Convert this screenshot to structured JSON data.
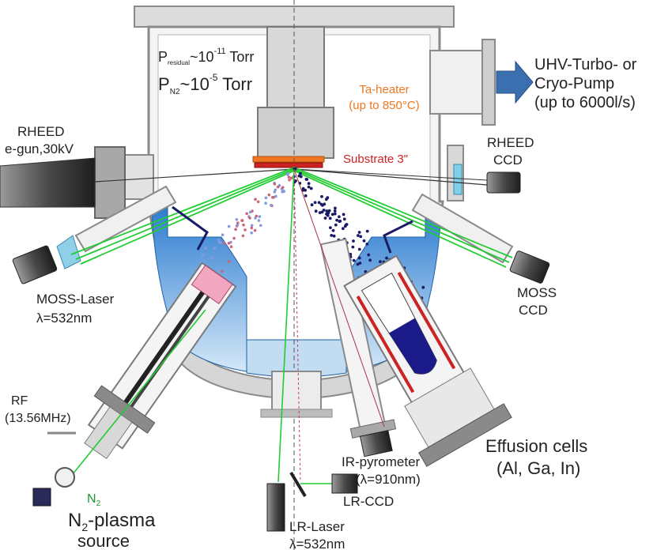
{
  "labels": {
    "p_residual": "P",
    "p_residual_sub": "residual",
    "p_residual_val": "~10",
    "p_residual_exp": "-11",
    "p_residual_unit": " Torr",
    "p_n2": "P",
    "p_n2_sub": "N2",
    "p_n2_val": "~10",
    "p_n2_exp": "-5",
    "p_n2_unit": " Torr",
    "ta_heater_1": "Ta-heater",
    "ta_heater_2": "(up to 850°C)",
    "substrate": "Substrate 3\"",
    "pump_1": "UHV-Turbo- or",
    "pump_2": "Cryo-Pump",
    "pump_3": "(up to 6000l/s)",
    "rheed_gun_1": "RHEED",
    "rheed_gun_2": "e-gun,30kV",
    "rheed_ccd_1": "RHEED",
    "rheed_ccd_2": "CCD",
    "moss_laser_1": "MOSS-Laser",
    "moss_laser_2": "λ=532nm",
    "moss_ccd_1": "MOSS",
    "moss_ccd_2": "CCD",
    "rf_1": "RF",
    "rf_2": "(13.56MHz)",
    "n2": "N",
    "n2_sub": "2",
    "plasma_1": "N",
    "plasma_1_sub": "2",
    "plasma_1_rest": "-plasma",
    "plasma_2": "source",
    "lr_laser_1": "LR-Laser",
    "lr_laser_2": "λ=532nm",
    "lr_ccd": "LR-CCD",
    "ir_1": "IR-pyrometer",
    "ir_2": "(λ=910nm)",
    "effusion_1": "Effusion cells",
    "effusion_2": "(Al, Ga, In)"
  },
  "colors": {
    "chamber_fill": "#dcdcdc",
    "chamber_stroke": "#8a8a8a",
    "shroud_blue": "#5aa0dc",
    "shroud_light": "#b6d6f0",
    "laser_green": "#22cc33",
    "heater_orange": "#ee7722",
    "substrate_red": "#cc2222",
    "pump_arrow": "#3a6fb0",
    "dot_navy": "#1a1a66",
    "dot_red": "#cc6677",
    "dot_blue": "#8899dd"
  }
}
